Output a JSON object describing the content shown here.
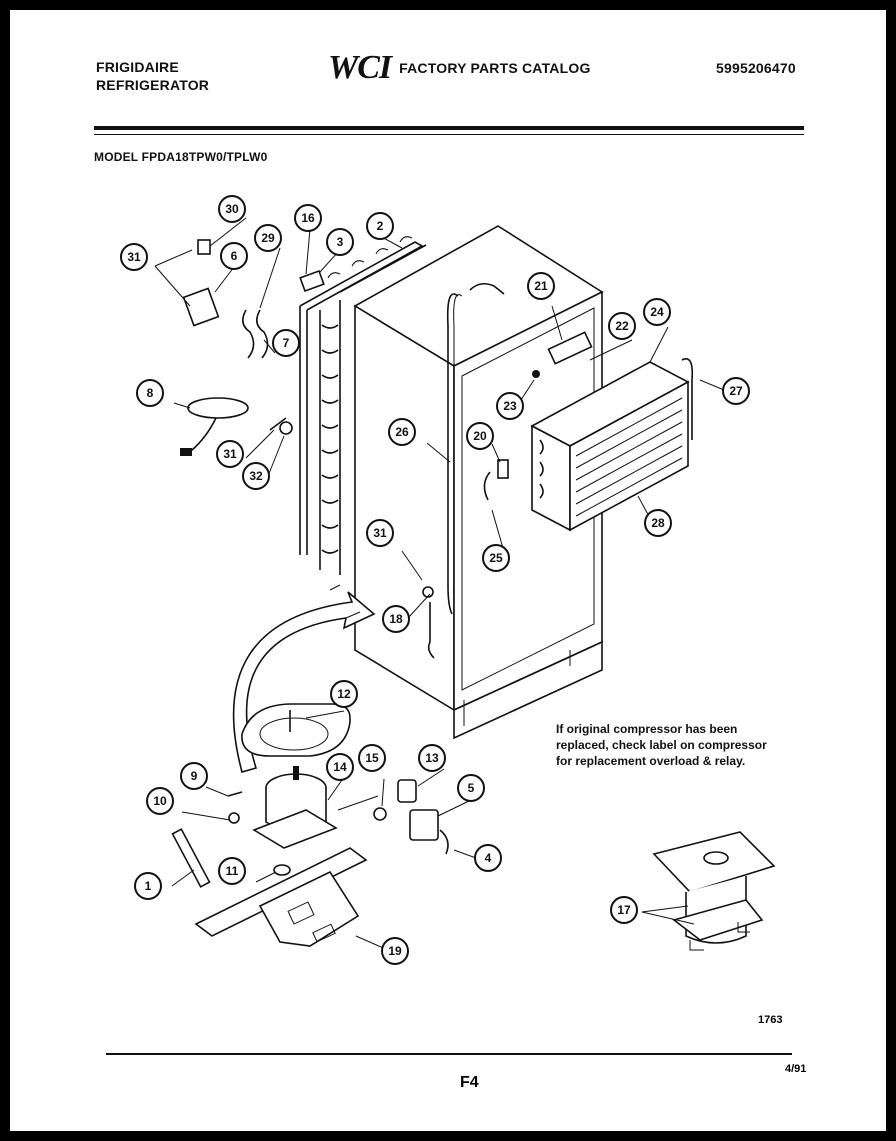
{
  "header": {
    "brand_line1": "FRIGIDAIRE",
    "brand_line2": "REFRIGERATOR",
    "logo_text": "WCI",
    "catalog_title": "FACTORY PARTS CATALOG",
    "catalog_number": "5995206470",
    "model": "MODEL FPDA18TPW0/TPLW0"
  },
  "note": {
    "line1": "If original compressor has been",
    "line2": "replaced, check label on compressor",
    "line3": "for replacement overload & relay."
  },
  "footer": {
    "illustration_number": "1763",
    "date": "4/91",
    "page": "F4"
  },
  "callouts": [
    "1",
    "2",
    "3",
    "4",
    "5",
    "6",
    "7",
    "8",
    "9",
    "10",
    "11",
    "12",
    "13",
    "14",
    "15",
    "16",
    "17",
    "18",
    "19",
    "20",
    "21",
    "22",
    "23",
    "24",
    "25",
    "26",
    "27",
    "28",
    "29",
    "30",
    "31",
    "32"
  ],
  "colors": {
    "ink": "#111111",
    "paper": "#ffffff",
    "border": "#000000"
  }
}
